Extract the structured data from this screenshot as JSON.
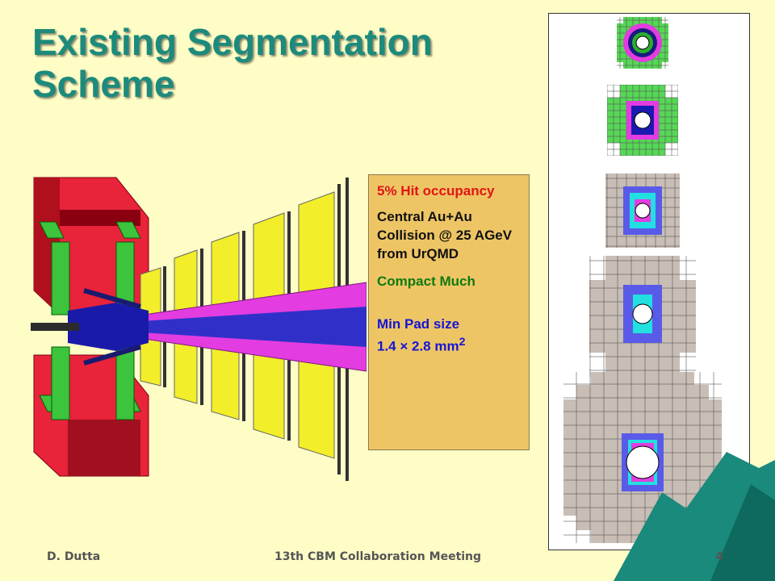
{
  "slide": {
    "title": "Existing Segmentation Scheme",
    "info_box": {
      "line1": "5% Hit occupancy",
      "line2": "Central Au+Au Collision @ 25 AGeV from UrQMD",
      "line3": "Compact Much",
      "line4_prefix": "Min Pad size",
      "line4_value": "1.4 × 2.8 mm",
      "line4_sup": "2"
    },
    "footer": {
      "author": "D. Dutta",
      "meeting": "13th CBM Collaboration Meeting",
      "page": "4"
    }
  },
  "colors": {
    "background": "#fefdc6",
    "title": "#1c8a7c",
    "info_box_bg": "#eec565",
    "magnet_red": "#e8233a",
    "absorber_yellow": "#f2ee2a",
    "beam_magenta": "#e33ce0",
    "pad_gray": "#c8beb6",
    "pad_blue": "#5a5ae8",
    "pad_cyan": "#22e0e0",
    "pad_green": "#56d856"
  },
  "icons": [
    "much-detector-3d-image",
    "segmentation-layout-image",
    "mountain-decoration"
  ]
}
